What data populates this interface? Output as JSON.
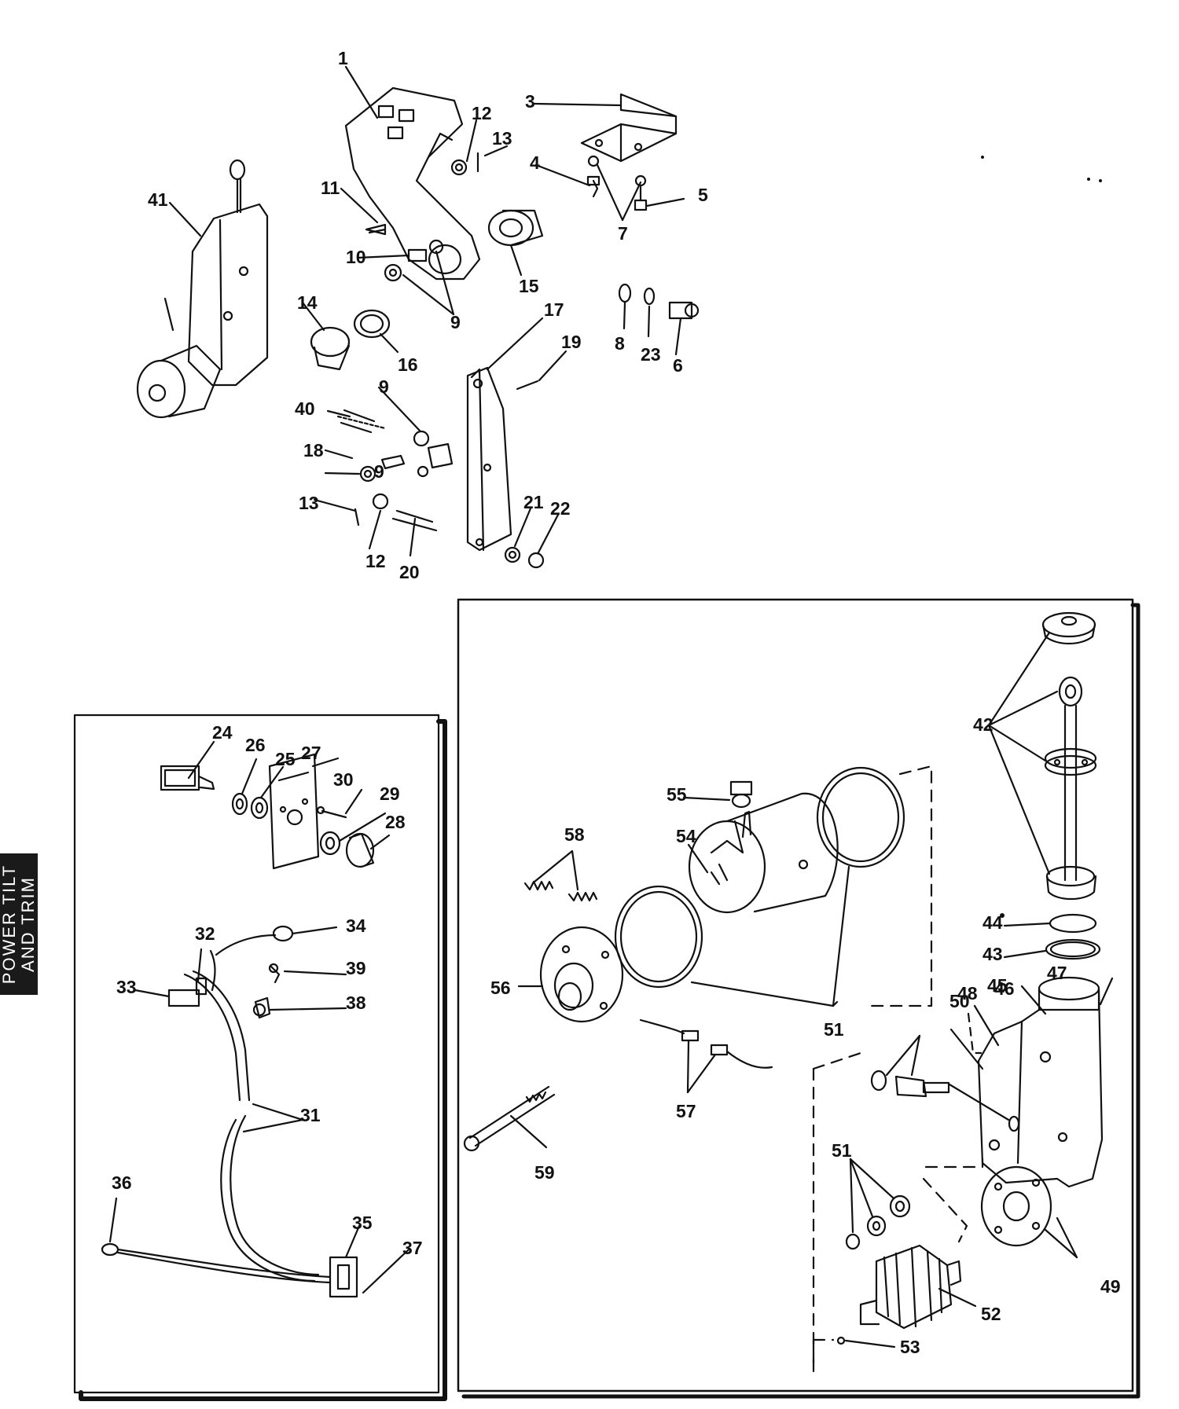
{
  "side_tab": {
    "line1": "POWER TILT",
    "line2": "AND TRIM"
  },
  "callouts": [
    "1",
    "3",
    "4",
    "5",
    "6",
    "7",
    "8",
    "9",
    "9",
    "9",
    "10",
    "11",
    "12",
    "12",
    "13",
    "13",
    "14",
    "15",
    "16",
    "17",
    "18",
    "19",
    "20",
    "21",
    "22",
    "23",
    "24",
    "25",
    "26",
    "27",
    "28",
    "29",
    "30",
    "31",
    "32",
    "33",
    "34",
    "35",
    "36",
    "37",
    "38",
    "39",
    "40",
    "41",
    "42",
    "43",
    "44",
    "45",
    "46",
    "47",
    "48",
    "49",
    "50",
    "51",
    "51",
    "52",
    "53",
    "54",
    "55",
    "56",
    "57",
    "58",
    "59"
  ],
  "colors": {
    "ink": "#111111",
    "paper": "#ffffff",
    "tab": "#1a1a1a"
  }
}
